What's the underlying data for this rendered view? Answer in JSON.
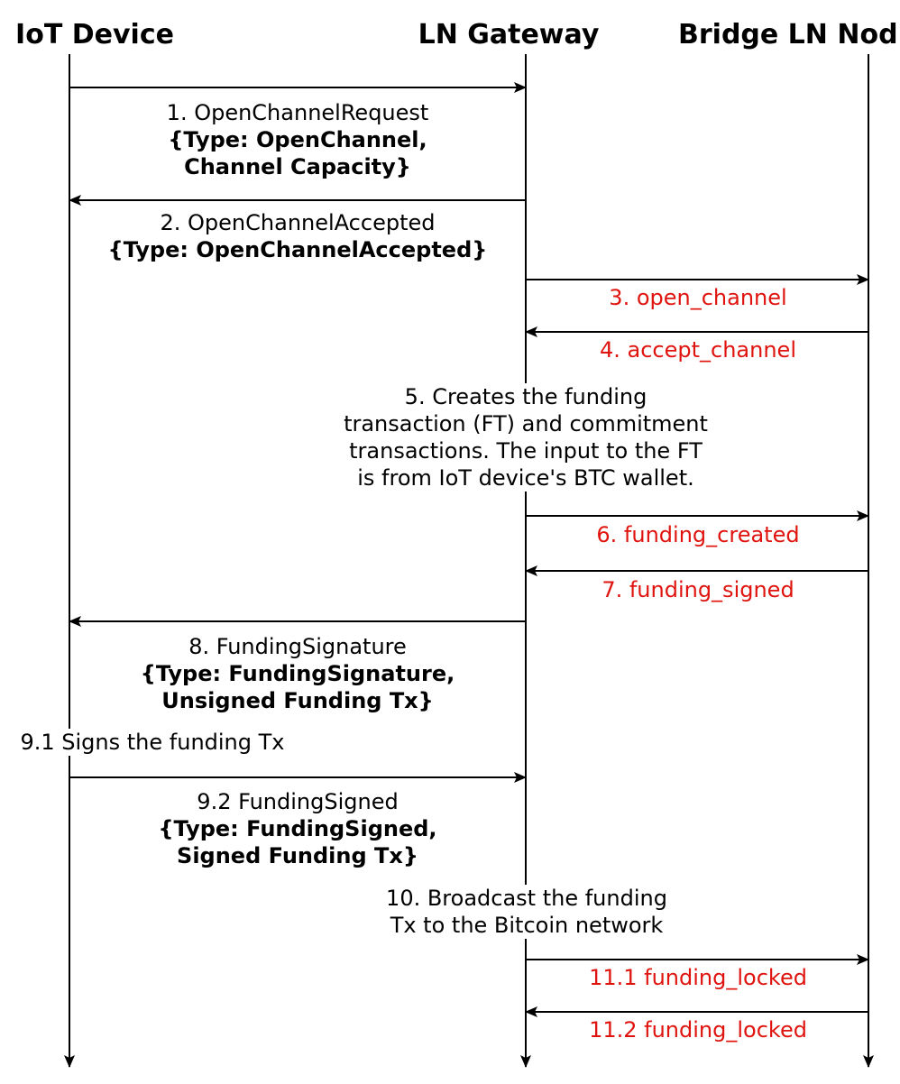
{
  "participants": [
    {
      "id": "iot",
      "label": "IoT Device"
    },
    {
      "id": "gw",
      "label": "LN Gateway"
    },
    {
      "id": "bridge",
      "label": "Bridge LN Nod"
    }
  ],
  "messages": [
    {
      "id": "m1",
      "from": "iot",
      "to": "gw",
      "lines": [
        "1. OpenChannelRequest",
        "{Type: OpenChannel,",
        "Channel Capacity}"
      ],
      "color": "#000000"
    },
    {
      "id": "m2",
      "from": "gw",
      "to": "iot",
      "lines": [
        "2. OpenChannelAccepted",
        "{Type: OpenChannelAccepted}"
      ],
      "color": "#000000"
    },
    {
      "id": "m3",
      "from": "gw",
      "to": "bridge",
      "lines": [
        "3. open_channel"
      ],
      "color": "#e0140f"
    },
    {
      "id": "m4",
      "from": "bridge",
      "to": "gw",
      "lines": [
        "4. accept_channel"
      ],
      "color": "#e0140f"
    },
    {
      "id": "m6",
      "from": "gw",
      "to": "bridge",
      "lines": [
        "6. funding_created"
      ],
      "color": "#e0140f"
    },
    {
      "id": "m7",
      "from": "bridge",
      "to": "gw",
      "lines": [
        "7. funding_signed"
      ],
      "color": "#e0140f"
    },
    {
      "id": "m8",
      "from": "gw",
      "to": "iot",
      "lines": [
        "8. FundingSignature",
        "{Type: FundingSignature,",
        "Unsigned Funding Tx}"
      ],
      "color": "#000000"
    },
    {
      "id": "m92",
      "from": "iot",
      "to": "gw",
      "lines": [
        "9.2 FundingSigned",
        "{Type: FundingSigned,",
        "Signed Funding Tx}"
      ],
      "color": "#000000"
    },
    {
      "id": "m111",
      "from": "gw",
      "to": "bridge",
      "lines": [
        "11.1 funding_locked"
      ],
      "color": "#e0140f"
    },
    {
      "id": "m112",
      "from": "bridge",
      "to": "gw",
      "lines": [
        "11.2 funding_locked"
      ],
      "color": "#e0140f"
    }
  ],
  "notes": [
    {
      "id": "n5",
      "lines": [
        "5. Creates the funding",
        "transaction (FT) and commitment",
        "transactions. The input to the FT",
        "is from IoT device's BTC wallet."
      ]
    },
    {
      "id": "n91",
      "lines": [
        "9.1 Signs the funding Tx"
      ]
    },
    {
      "id": "n10",
      "lines": [
        "10. Broadcast the funding",
        "Tx to the Bitcoin network"
      ]
    }
  ]
}
